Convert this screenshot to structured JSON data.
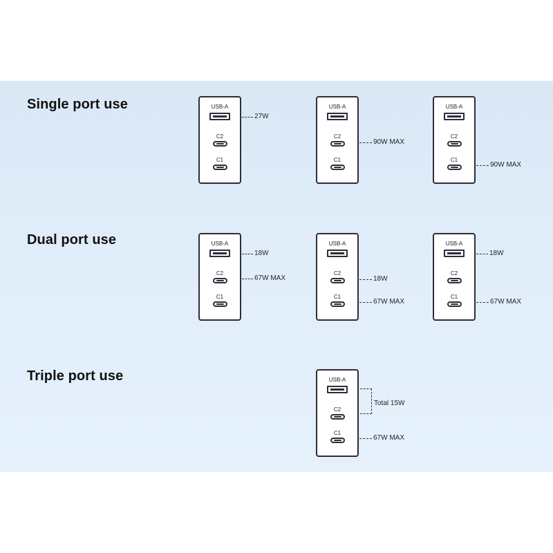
{
  "ports": {
    "usba": "USB-A",
    "c2": "C2",
    "c1": "C1"
  },
  "rows": [
    {
      "title": "Single port use",
      "chargers": [
        {
          "usba": "27W",
          "c2": "",
          "c1": ""
        },
        {
          "usba": "",
          "c2": "90W MAX",
          "c1": ""
        },
        {
          "usba": "",
          "c2": "",
          "c1": "90W MAX"
        }
      ]
    },
    {
      "title": "Dual port use",
      "chargers": [
        {
          "usba": "18W",
          "c2": "67W MAX",
          "c1": ""
        },
        {
          "usba": "",
          "c2": "18W",
          "c1": "67W MAX"
        },
        {
          "usba": "18W",
          "c2": "",
          "c1": "67W MAX"
        }
      ]
    },
    {
      "title": "Triple port use",
      "chargers": [
        {
          "usba_c2_total": "Total 15W",
          "c1": "67W MAX"
        }
      ]
    }
  ]
}
